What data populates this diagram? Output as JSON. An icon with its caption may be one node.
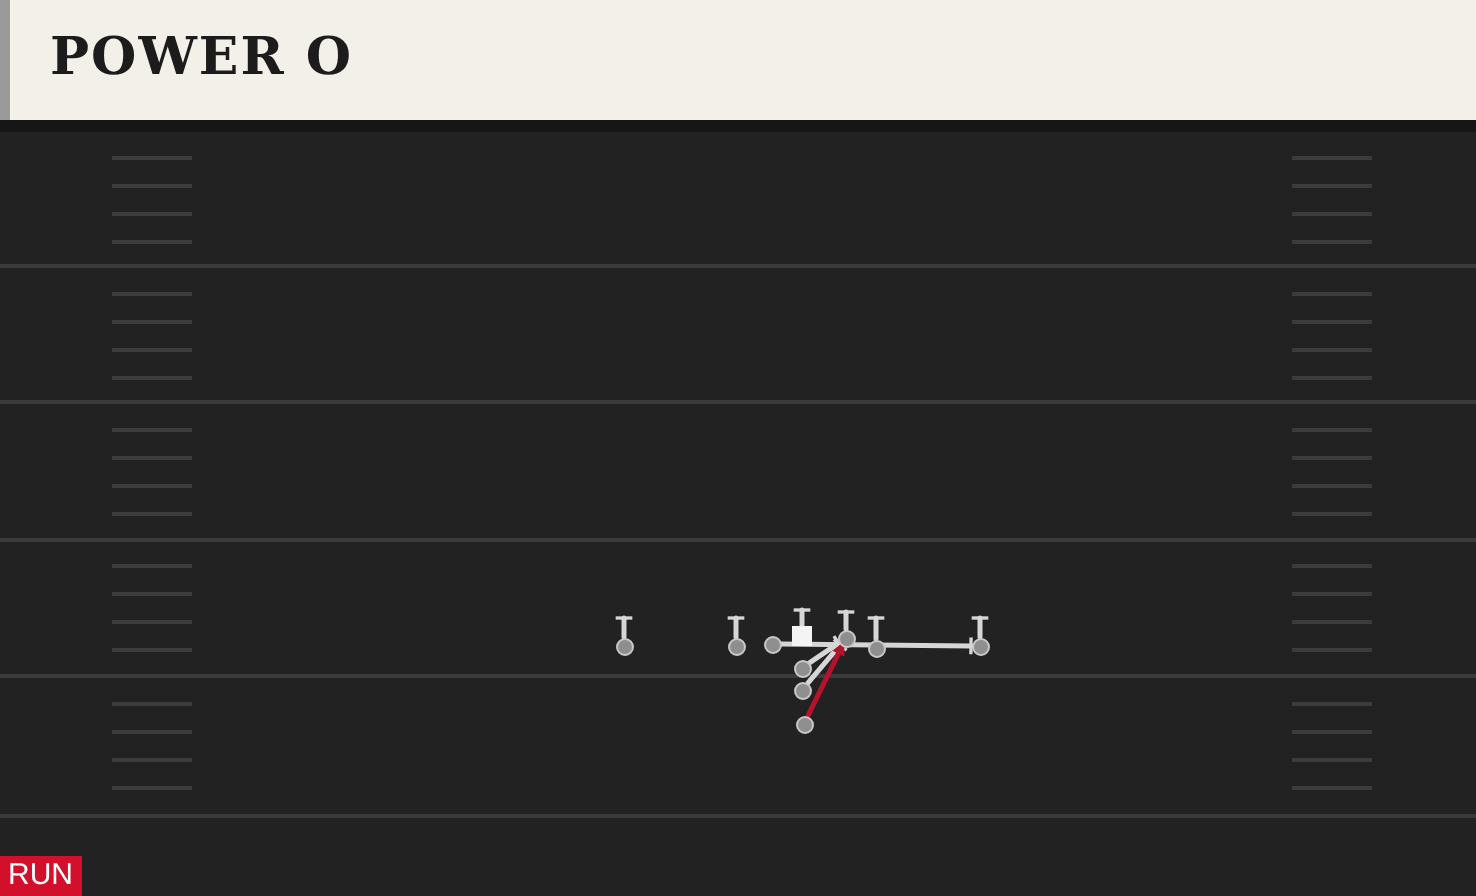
{
  "diagram": {
    "title": "POWER O",
    "nodes": [
      {
        "text": [],
        "shape": "circle"
      },
      {
        "text": [],
        "shape": "circle"
      },
      {
        "text": [],
        "shape": "box"
      },
      {
        "text": [],
        "shape": "circle"
      },
      {
        "text": [],
        "shape": "circle"
      },
      {
        "text": [],
        "shape": "circle"
      },
      {
        "text": [],
        "shape": "circle"
      },
      {
        "text": [],
        "shape": "circle"
      },
      {
        "text": [],
        "shape": "circle"
      },
      {
        "text": [],
        "shape": "circle"
      }
    ],
    "edges": [
      {
        "from": 0,
        "to": null,
        "arrow": "other"
      },
      {
        "from": 1,
        "to": null,
        "arrow": "other"
      },
      {
        "from": 2,
        "to": null,
        "arrow": "other"
      },
      {
        "from": 3,
        "to": 6,
        "arrow": "other"
      },
      {
        "from": 4,
        "to": null,
        "arrow": "other"
      },
      {
        "from": 5,
        "to": null,
        "arrow": "other"
      },
      {
        "from": 6,
        "to": null,
        "arrow": "other"
      },
      {
        "from": 7,
        "to": 4,
        "arrow": "other"
      },
      {
        "from": 8,
        "to": 4,
        "arrow": "other"
      },
      {
        "from": 9,
        "to": 4,
        "arrow": "to",
        "color": "#b5122e"
      }
    ],
    "labels": [
      "RUN"
    ]
  }
}
